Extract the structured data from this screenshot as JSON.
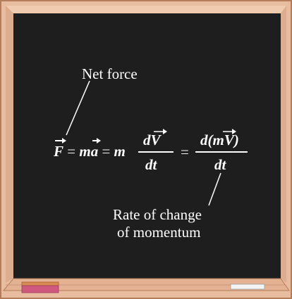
{
  "labels": {
    "net_force": "Net force",
    "rate_line1": "Rate of change",
    "rate_line2": "of momentum"
  },
  "equation": {
    "F": "F",
    "eq1": "=",
    "m1": "m",
    "a": "a",
    "eq2": "=",
    "m2": "m",
    "num1": "dV",
    "den1": "dt",
    "eq3": "=",
    "num2": "d(mV)",
    "den2": "dt"
  },
  "colors": {
    "chalkboard": "#1e1e1e",
    "frame": "#e8bc9e",
    "frame_edge": "#b47c59",
    "chalk": "#ffffff",
    "eraser_top": "#d98a52",
    "eraser_body": "#d0587e",
    "chalk_stick": "#f4f4f4"
  }
}
